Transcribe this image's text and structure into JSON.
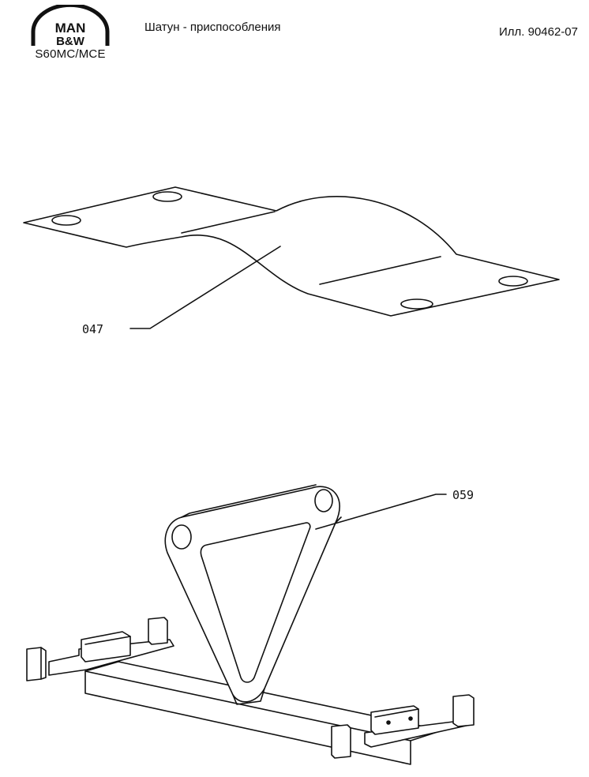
{
  "header": {
    "logo_lines": [
      "MAN",
      "B&W"
    ],
    "engine_model": "S60MC/MCE",
    "title": "Шатун - приспособления",
    "figure_ref": "Илл. 90462-07"
  },
  "callouts": [
    {
      "id": "047"
    },
    {
      "id": "059"
    }
  ],
  "colors": {
    "ink": "#111111",
    "paper": "#ffffff"
  },
  "icons": [
    "man-bw-logo-icon"
  ]
}
